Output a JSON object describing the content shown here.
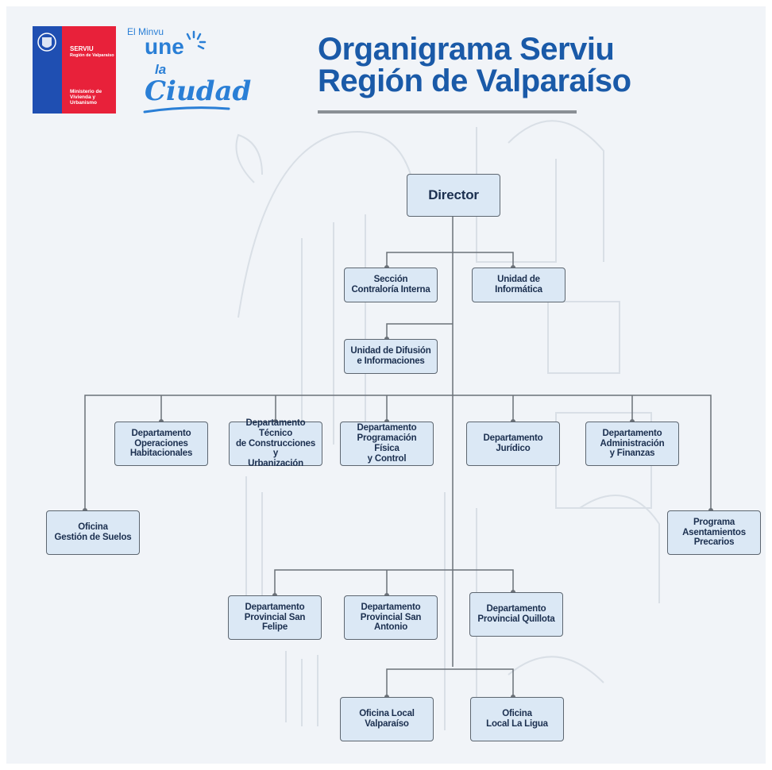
{
  "header": {
    "title_line1": "Organigrama Serviu",
    "title_line2": "Región de Valparaíso"
  },
  "logo": {
    "org": "SERVIU",
    "region": "Región de Valparaíso",
    "ministry": "Ministerio de\nVivienda y\nUrbanismo",
    "colors": {
      "blue": "#1f4fb2",
      "red": "#e8213a"
    }
  },
  "slogan": {
    "prefix": "El Minvu",
    "une": "une",
    "la": "la",
    "ciudad": "Ciudad",
    "color": "#2a7fd6"
  },
  "colors": {
    "box_fill": "#dbe8f5",
    "box_border": "#5d6670",
    "box_text": "#1b2f4f",
    "title": "#1a5aa8",
    "connector": "#6b7178"
  },
  "org": {
    "director": "Director",
    "contraloria": "Sección\nContraloría Interna",
    "informatica": "Unidad de\nInformática",
    "difusion": "Unidad de Difusión\ne Informaciones",
    "operaciones": "Departamento\nOperaciones\nHabitacionales",
    "tecnico": "Departamento Técnico\nde Construcciones y\nUrbanización",
    "programacion": "Departamento\nProgramación Física\ny Control",
    "juridico": "Departamento\nJurídico",
    "administracion": "Departamento\nAdministración\ny Finanzas",
    "suelos": "Oficina\nGestión de Suelos",
    "asentamientos": "Programa\nAsentamientos\nPrecarios",
    "san_felipe": "Departamento\nProvincial San Felipe",
    "san_antonio": "Departamento\nProvincial San Antonio",
    "quillota": "Departamento\nProvincial Quillota",
    "valparaiso": "Oficina Local\nValparaíso",
    "la_ligua": "Oficina\nLocal La Ligua"
  }
}
